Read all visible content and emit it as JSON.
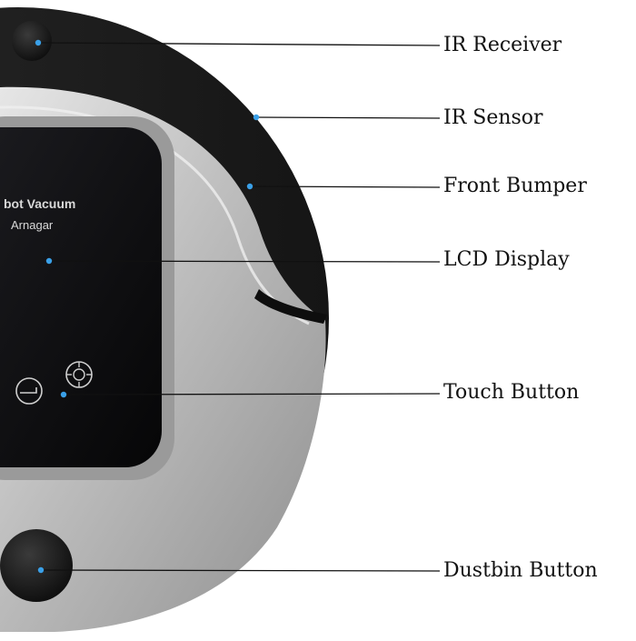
{
  "product": {
    "panel_title": "bot Vacuum",
    "brand": "Arnagar"
  },
  "callouts": [
    {
      "id": "ir-receiver",
      "label": "IR Receiver"
    },
    {
      "id": "ir-sensor",
      "label": "IR Sensor"
    },
    {
      "id": "front-bumper",
      "label": "Front Bumper"
    },
    {
      "id": "lcd-display",
      "label": "LCD Display"
    },
    {
      "id": "touch-button",
      "label": "Touch Button"
    },
    {
      "id": "dustbin-button",
      "label": "Dustbin Button"
    }
  ],
  "colors": {
    "marker": "#3aa0e8",
    "leader_line": "#111111",
    "bumper": "#1f1f1f",
    "body_silver": "#b9b9b9",
    "screen": "#0b0b0d"
  }
}
